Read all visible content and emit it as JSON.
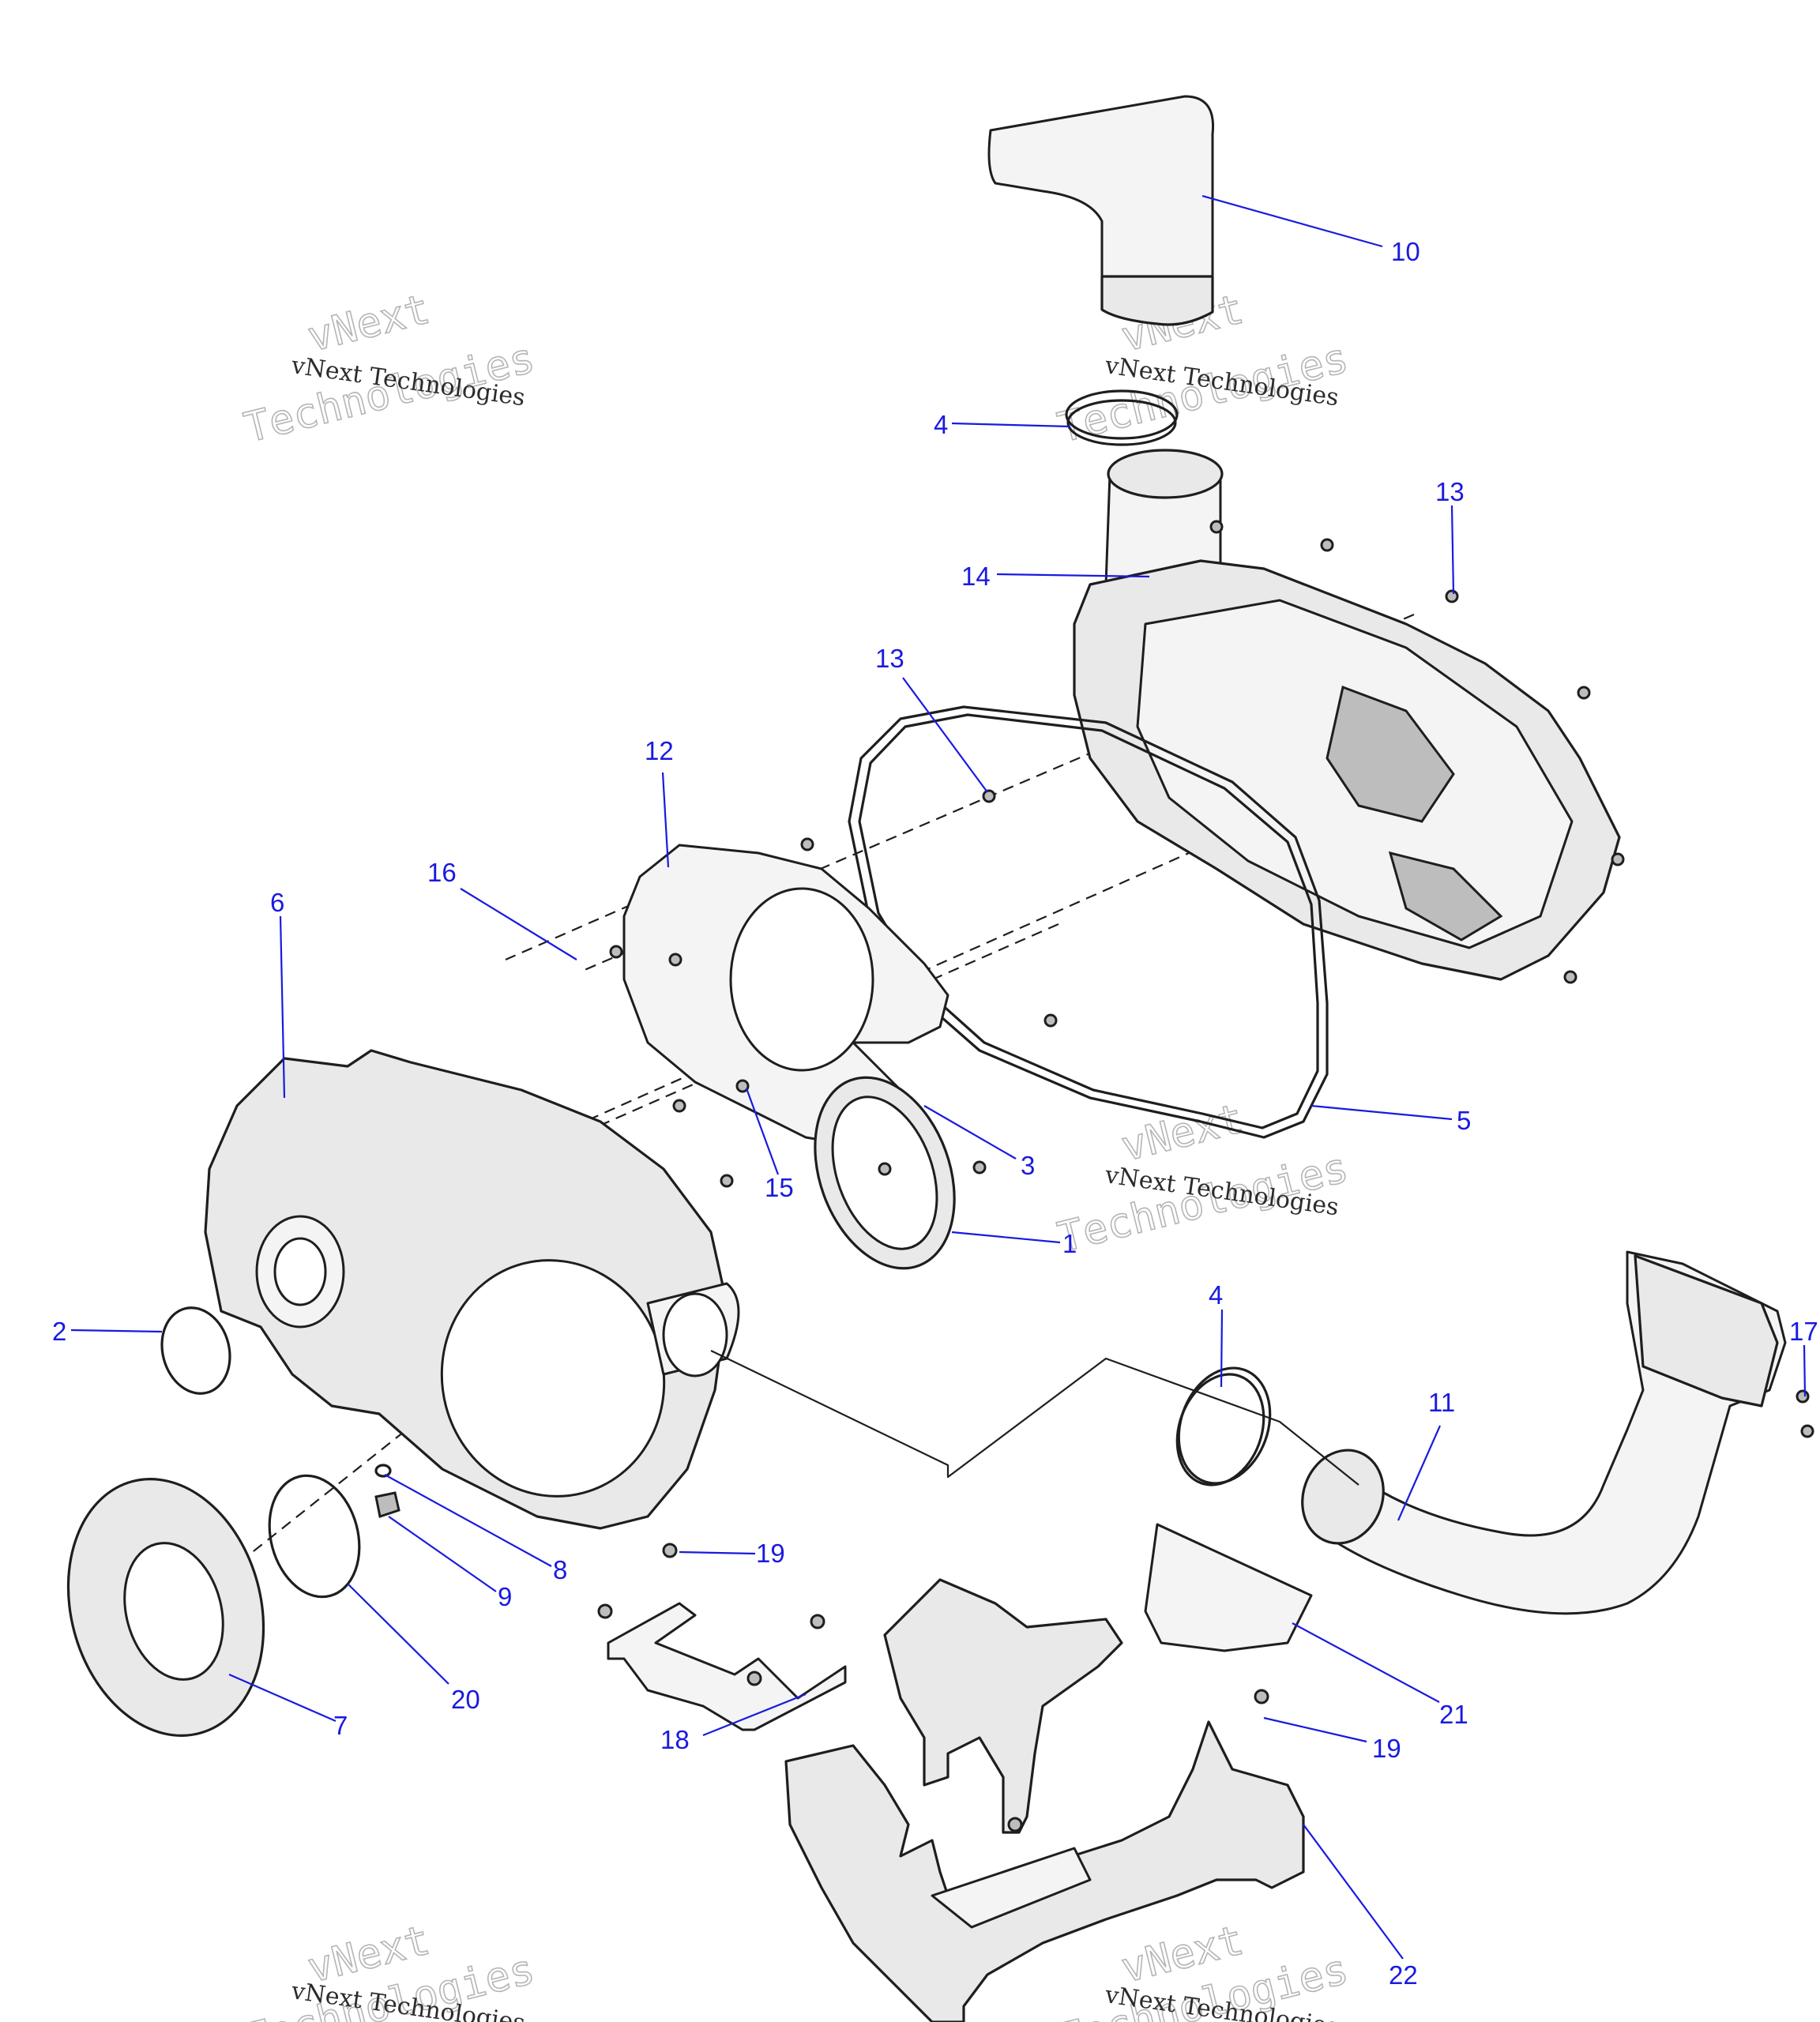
{
  "diagram": {
    "watermark": {
      "line1": "vNext",
      "line2": "Technologies",
      "caption": "vNext Technologies"
    },
    "callouts": [
      {
        "id": "c10",
        "label": "10"
      },
      {
        "id": "c4a",
        "label": "4"
      },
      {
        "id": "c13a",
        "label": "13"
      },
      {
        "id": "c14",
        "label": "14"
      },
      {
        "id": "c13b",
        "label": "13"
      },
      {
        "id": "c12",
        "label": "12"
      },
      {
        "id": "c16",
        "label": "16"
      },
      {
        "id": "c6",
        "label": "6"
      },
      {
        "id": "c5",
        "label": "5"
      },
      {
        "id": "c3",
        "label": "3"
      },
      {
        "id": "c15",
        "label": "15"
      },
      {
        "id": "c1",
        "label": "1"
      },
      {
        "id": "c4b",
        "label": "4"
      },
      {
        "id": "c17",
        "label": "17"
      },
      {
        "id": "c2",
        "label": "2"
      },
      {
        "id": "c11",
        "label": "11"
      },
      {
        "id": "c8",
        "label": "8"
      },
      {
        "id": "c9",
        "label": "9"
      },
      {
        "id": "c19a",
        "label": "19"
      },
      {
        "id": "c20",
        "label": "20"
      },
      {
        "id": "c7",
        "label": "7"
      },
      {
        "id": "c18",
        "label": "18"
      },
      {
        "id": "c21",
        "label": "21"
      },
      {
        "id": "c19b",
        "label": "19"
      },
      {
        "id": "c22",
        "label": "22"
      }
    ]
  }
}
